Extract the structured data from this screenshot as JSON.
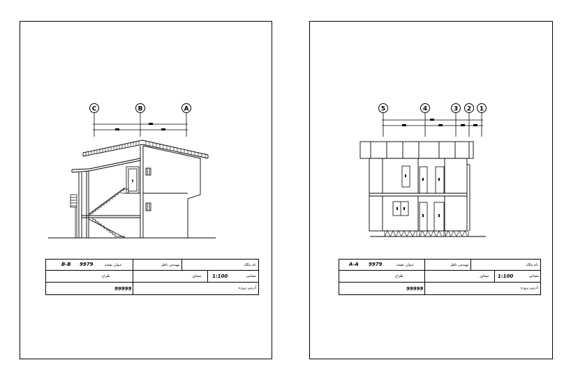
{
  "left_sheet": {
    "axis_labels": [
      "C",
      "B",
      "A"
    ],
    "title_block": {
      "section_code": "B-B",
      "section_number": "9979",
      "section_title_label": "عنوان نقشه",
      "supervisor_label": "مهندس ناظر",
      "architect_label": "نام مالک",
      "scale_label": "مقیاس",
      "scale_value": "1:100",
      "designer_label": "مشاور",
      "drafter_label": "طراح",
      "drawing_number": "99999",
      "address_label": "آدرس پروژه"
    }
  },
  "right_sheet": {
    "axis_labels": [
      "5",
      "4",
      "3",
      "2",
      "1"
    ],
    "title_block": {
      "section_code": "A-A",
      "section_number": "9979",
      "section_title_label": "عنوان نقشه",
      "supervisor_label": "مهندس ناظر",
      "architect_label": "نام مالک",
      "scale_label": "مقیاس",
      "scale_value": "1:100",
      "designer_label": "مشاور",
      "drafter_label": "طراح",
      "drawing_number": "99999",
      "address_label": "آدرس پروژه"
    }
  }
}
